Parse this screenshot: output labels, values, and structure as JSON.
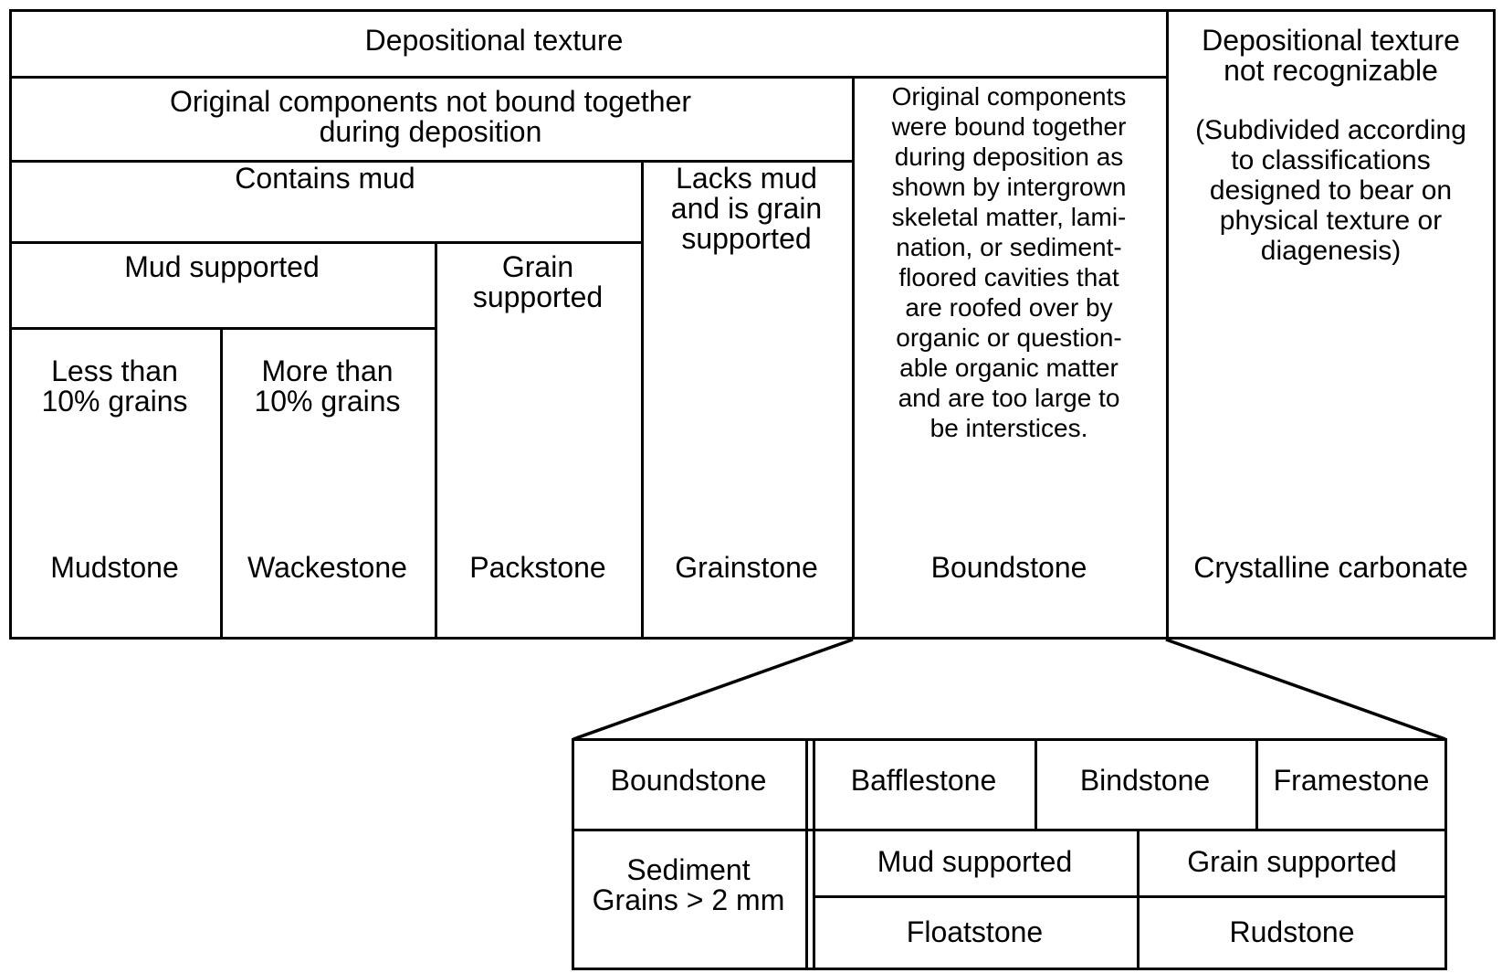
{
  "upper_table": {
    "header": "Depositional texture",
    "not_bound": "Original components not bound together\nduring deposition",
    "contains_mud": "Contains mud",
    "lacks_mud": "Lacks mud\nand is grain\nsupported",
    "mud_supported": "Mud supported",
    "grain_supported": "Grain\nsupported",
    "less_than": "Less than\n10% grains",
    "more_than": "More than\n10% grains",
    "bound_description": "Original components\nwere bound together\nduring deposition as\nshown by intergrown\nskeletal matter, lami-\nnation, or sediment-\nfloored cavities that\nare roofed over by\norganic or question-\nable organic matter\nand are too large to\nbe interstices.",
    "not_recognizable": "Depositional texture\nnot recognizable",
    "subdivided_note": "(Subdivided according\nto classifications\ndesigned to bear on\nphysical texture or\ndiagenesis)",
    "labels": {
      "mudstone": "Mudstone",
      "wackestone": "Wackestone",
      "packstone": "Packstone",
      "grainstone": "Grainstone",
      "boundstone": "Boundstone",
      "crystalline": "Crystalline carbonate"
    }
  },
  "lower_table": {
    "boundstone": "Boundstone",
    "bafflestone": "Bafflestone",
    "bindstone": "Bindstone",
    "framestone": "Framestone",
    "sediment_grains": "Sediment\nGrains > 2 mm",
    "mud_supported": "Mud supported",
    "grain_supported": "Grain supported",
    "floatstone": "Floatstone",
    "rudstone": "Rudstone"
  },
  "colors": {
    "ink": "#000000",
    "background": "#ffffff"
  }
}
